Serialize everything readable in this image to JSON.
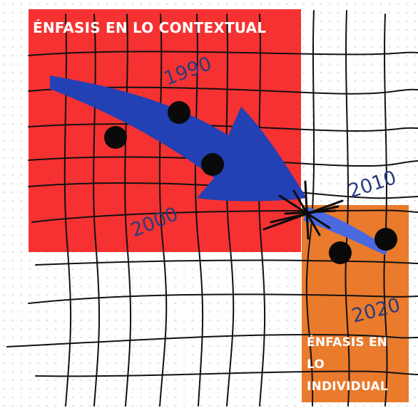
{
  "diagram": {
    "contextual_label": "ÉNFASIS EN LO CONTEXTUAL",
    "individual_label_lines": [
      "ÉNFASIS EN",
      "LO",
      "INDIVIDUAL"
    ],
    "years": {
      "y1990": "1990",
      "y2000": "2000",
      "y2010": "2010",
      "y2020": "2020"
    },
    "colors": {
      "contextual_box": "#f53131",
      "individual_box": "#ea7a2c",
      "arrow": "#2340b4",
      "arrow_tail": "#4a68e0",
      "dots": "#0a0a0a",
      "grid": "#111111",
      "years": "#2b3c7a"
    },
    "icons": [
      "wide-arrow-icon",
      "impact-star-icon",
      "dot-icon"
    ]
  }
}
